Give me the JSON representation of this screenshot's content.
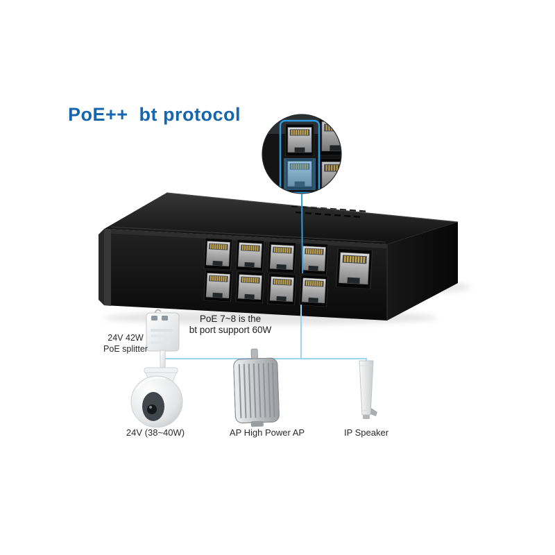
{
  "page": {
    "title": "PoE++  bt protocol"
  },
  "annotation": {
    "text": "PoE 7~8 is the\nbt port support 60W"
  },
  "switch": {
    "poe_ports": 8,
    "uplink_ports": 1,
    "highlighted_ports": "7~8"
  },
  "devices": {
    "splitter": {
      "label": "24V 42W\nPoE splitter"
    },
    "camera": {
      "label": "24V (38~40W)"
    },
    "ap": {
      "label": "AP High Power AP"
    },
    "speaker": {
      "label": "IP Speaker"
    }
  },
  "colors": {
    "title": "#1566ad",
    "connector": "#9bd4f0",
    "highlight": "#2f9ce0"
  }
}
